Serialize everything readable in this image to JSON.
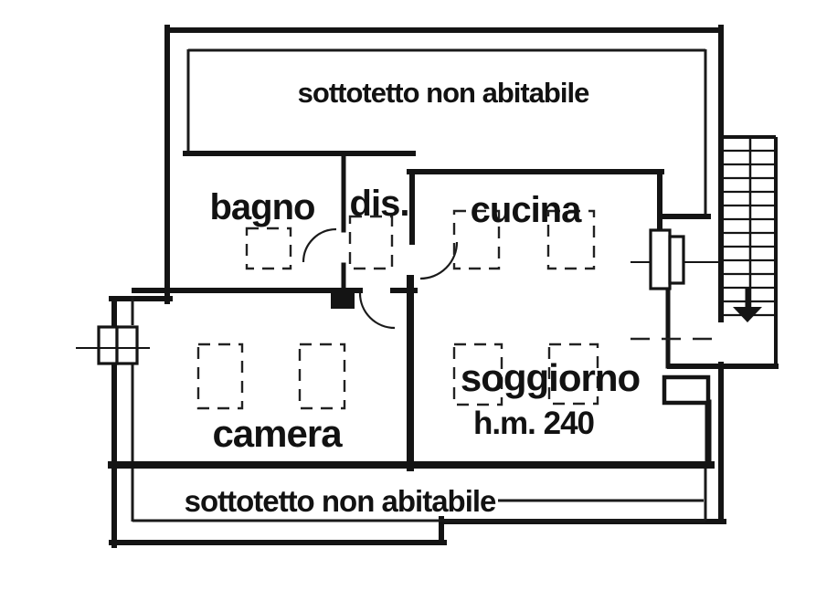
{
  "floorplan": {
    "attic_top_label": "sottotetto non abitabile",
    "attic_bottom_label": "sottotetto non abitabile",
    "rooms": {
      "bagno": "bagno",
      "dis": "dis.",
      "cucina": "cucina",
      "soggiorno": "soggiorno",
      "soggiorno_height": "h.m. 240",
      "camera": "camera"
    },
    "colors": {
      "line": "#141414",
      "background": "#ffffff"
    }
  }
}
